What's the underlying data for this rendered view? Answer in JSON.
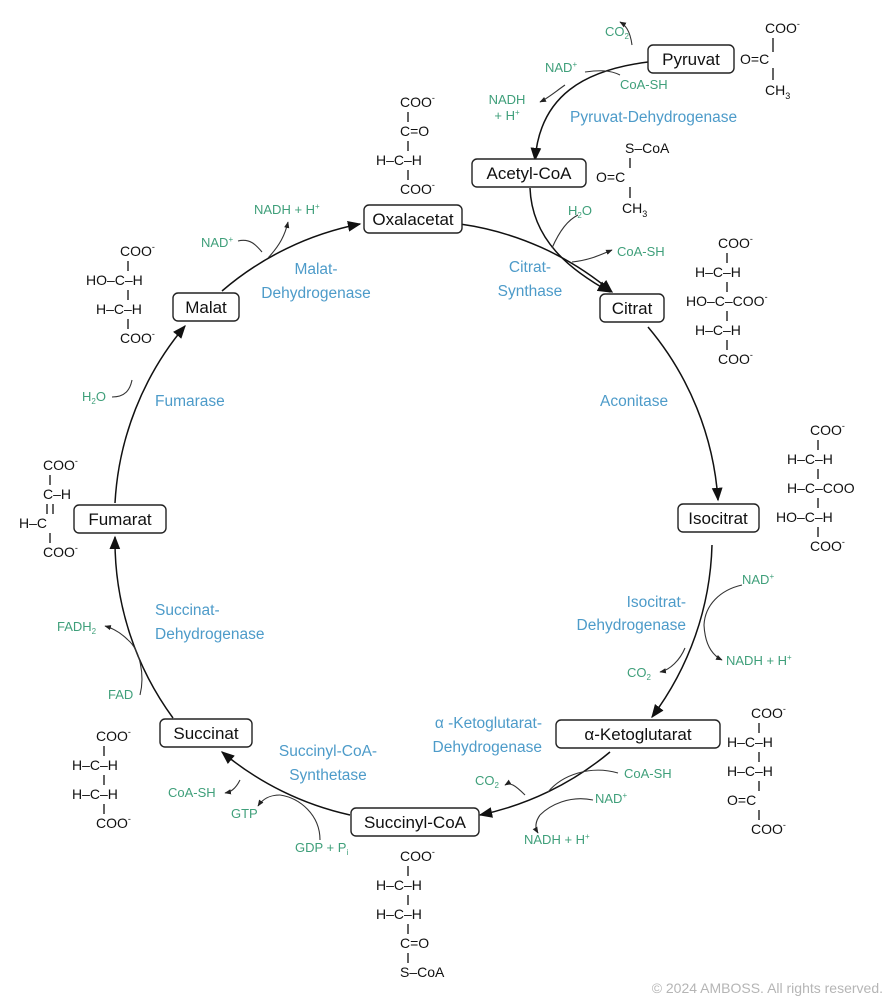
{
  "metabolites": {
    "pyruvat": "Pyruvat",
    "acetylcoa": "Acetyl-CoA",
    "oxalacetat": "Oxalacetat",
    "citrat": "Citrat",
    "isocitrat": "Isocitrat",
    "ketoglutarat": "α-Ketoglutarat",
    "succinylcoa": "Succinyl-CoA",
    "succinat": "Succinat",
    "fumarat": "Fumarat",
    "malat": "Malat"
  },
  "enzymes": {
    "pdh": "Pyruvat-Dehydrogenase",
    "cs_1": "Citrat-",
    "cs_2": "Synthase",
    "aconitase": "Aconitase",
    "idh_1": "Isocitrat-",
    "idh_2": "Dehydrogenase",
    "kgdh_1": "α -Ketoglutarat-",
    "kgdh_2": "Dehydrogenase",
    "scs_1": "Succinyl-CoA-",
    "scs_2": "Synthetase",
    "sdh_1": "Succinat-",
    "sdh_2": "Dehydrogenase",
    "fumarase": "Fumarase",
    "mdh_1": "Malat-",
    "mdh_2": "Dehydrogenase"
  },
  "cofactors": {
    "co2": "CO",
    "two": "2",
    "nad": "NAD",
    "plus": "+",
    "nadh_1": "NADH",
    "nadh_2": "+ H",
    "nadh_h": "NADH + H",
    "coash": "CoA-SH",
    "h2o_h": "H",
    "h2o_o": "O",
    "fadh": "FADH",
    "fad": "FAD",
    "gtp": "GTP",
    "gdp": "GDP + P",
    "pi_sub": "i"
  },
  "chem": {
    "coo": "COO",
    "minus": "-",
    "ch3": "CH",
    "three": "3",
    "s": "S",
    "coa": "CoA",
    "o": "O",
    "c": "C",
    "h": "H",
    "ho": "HO",
    "h_c_h": "H–C–H",
    "c_o": "C=O",
    "o_c": "O=C",
    "ho_c_h": "HO–C–H",
    "h_c_coo": "H–C–COO",
    "ho_c_coo": "HO–C–COO",
    "h_c": "H–C",
    "c_h": "C–H",
    "s_coa": "S–CoA",
    "ho_c": "HO–C"
  },
  "footer": {
    "copyright": "© 2024 AMBOSS. All rights reserved."
  },
  "colors": {
    "enzyme": "#4d9bc9",
    "cofactor": "#3f9f7a",
    "ink": "#111111"
  }
}
